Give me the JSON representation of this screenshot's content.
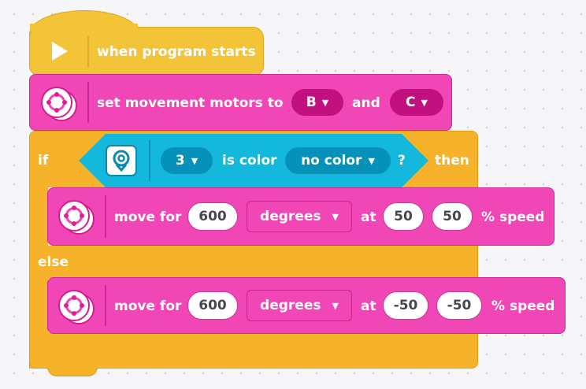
{
  "colors": {
    "events": "#f3c437",
    "motors": "#f046b6",
    "control": "#f6b22b",
    "sensors": "#14b8dc"
  },
  "hat": {
    "icon": "play-icon",
    "label": "when program starts"
  },
  "set_motors": {
    "icon": "motor-icon",
    "label": "set movement motors to",
    "port1": "B",
    "and_label": "and",
    "port2": "C"
  },
  "if_else": {
    "if_label": "if",
    "then_label": "then",
    "else_label": "else",
    "condition": {
      "icon": "color-sensor-icon",
      "port": "3",
      "is_label": "is color",
      "color": "no color",
      "question": "?"
    }
  },
  "move_then": {
    "icon": "motor-icon",
    "label": "move for",
    "amount": "600",
    "unit": "degrees",
    "at_label": "at",
    "speed_left": "50",
    "speed_right": "50",
    "suffix": "% speed"
  },
  "move_else": {
    "icon": "motor-icon",
    "label": "move for",
    "amount": "600",
    "unit": "degrees",
    "at_label": "at",
    "speed_left": "-50",
    "speed_right": "-50",
    "suffix": "% speed"
  }
}
